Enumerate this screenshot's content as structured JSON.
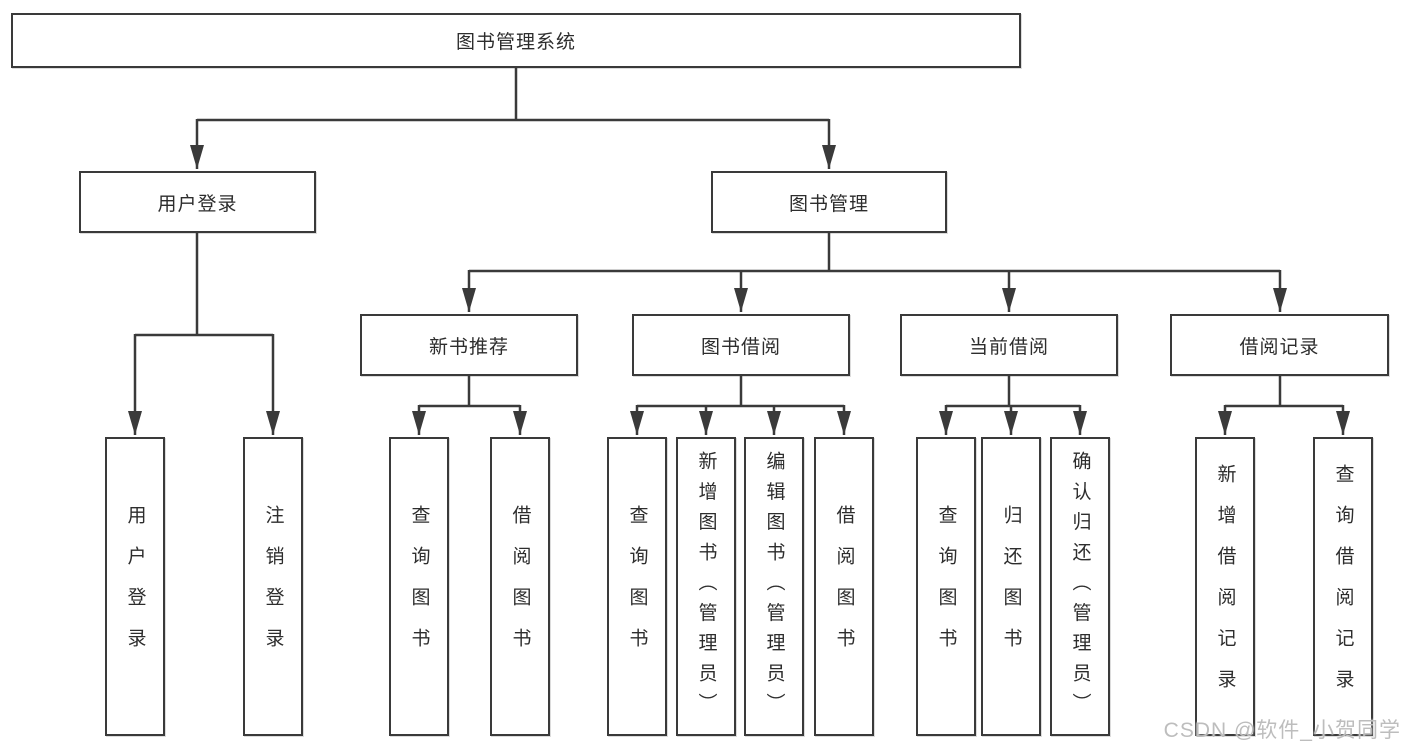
{
  "tree": {
    "label": "图书管理系统",
    "children": [
      {
        "label": "用户登录",
        "children": [
          {
            "label": "用户登录"
          },
          {
            "label": "注销登录"
          }
        ]
      },
      {
        "label": "图书管理",
        "children": [
          {
            "label": "新书推荐",
            "children": [
              {
                "label": "查询图书"
              },
              {
                "label": "借阅图书"
              }
            ]
          },
          {
            "label": "图书借阅",
            "children": [
              {
                "label": "查询图书"
              },
              {
                "label": "新增图书（管理员）"
              },
              {
                "label": "编辑图书（管理员）"
              },
              {
                "label": "借阅图书"
              }
            ]
          },
          {
            "label": "当前借阅",
            "children": [
              {
                "label": "查询图书"
              },
              {
                "label": "归还图书"
              },
              {
                "label": "确认归还（管理员）"
              }
            ]
          },
          {
            "label": "借阅记录",
            "children": [
              {
                "label": "新增借阅记录"
              },
              {
                "label": "查询借阅记录"
              }
            ]
          }
        ]
      }
    ]
  },
  "watermark": "CSDN @软件_小贺同学",
  "colors": {
    "line": "#3a3a3a",
    "text": "#2d2d2d",
    "box_background": "#ffffff",
    "page_background": "#ffffff",
    "watermark": "#bdbdbd"
  }
}
